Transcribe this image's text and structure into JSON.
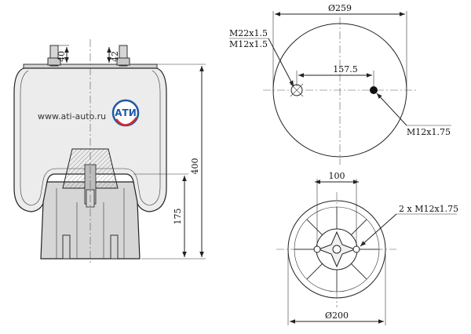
{
  "dimensions": {
    "top_diameter": "Ø259",
    "bolt_spacing": "157.5",
    "thread_large": "M22x1.5",
    "thread_small": "M12x1.5",
    "thread_right": "M12x1.75",
    "bottom_width": "100",
    "bottom_threads": "2 x M12x1.75",
    "bottom_diameter": "Ø200",
    "total_height": "400",
    "piston_height": "175",
    "stud_height_40": "40",
    "stud_height_42": "42"
  },
  "watermark": {
    "url": "www.ati-auto.ru",
    "logo": "АТИ"
  },
  "colors": {
    "bellows_fill": "#ececec",
    "metal_fill": "#d6d6d6",
    "buffer_fill": "#bdbdbd",
    "line": "#222222",
    "logo_blue": "#1e5aa8",
    "logo_red": "#d22c2c"
  }
}
